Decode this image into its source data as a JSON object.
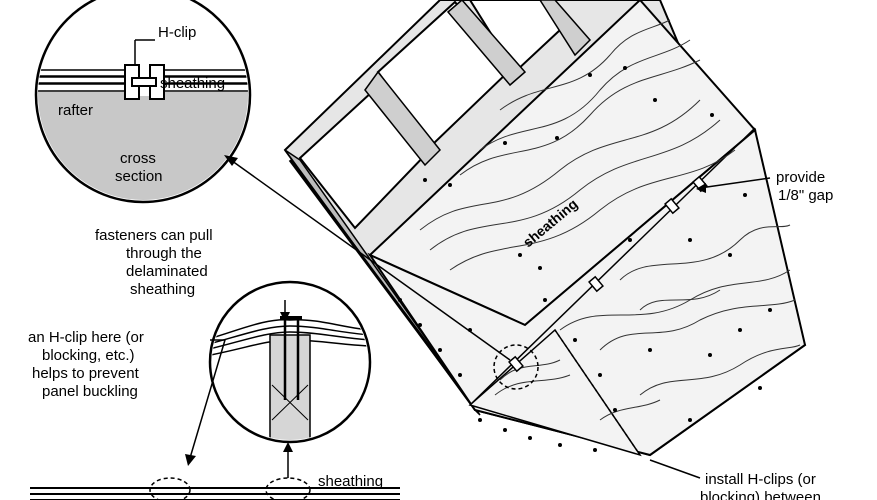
{
  "labels": {
    "h_clip": "H-clip",
    "sheathing_detail": "sheathing",
    "rafter": "rafter",
    "cross_section": [
      "cross",
      "section"
    ],
    "fasteners": [
      "fasteners can pull",
      "through the",
      "delaminated",
      "sheathing"
    ],
    "h_clip_here": [
      "an H-clip here (or",
      "blocking, etc.)",
      "helps to prevent",
      "panel buckling"
    ],
    "provide_gap": [
      "provide",
      "1/8\" gap"
    ],
    "sheathing_panel": "sheathing",
    "sheathing_bottom": "sheathing",
    "install_h_clips": [
      "install H-clips (or",
      "blocking) between"
    ]
  },
  "colors": {
    "ink": "#000000",
    "panel": "#f2f2f2",
    "shade": "#bdbdbd",
    "rafter_fill": "#cfcfcf",
    "background": "#ffffff"
  }
}
